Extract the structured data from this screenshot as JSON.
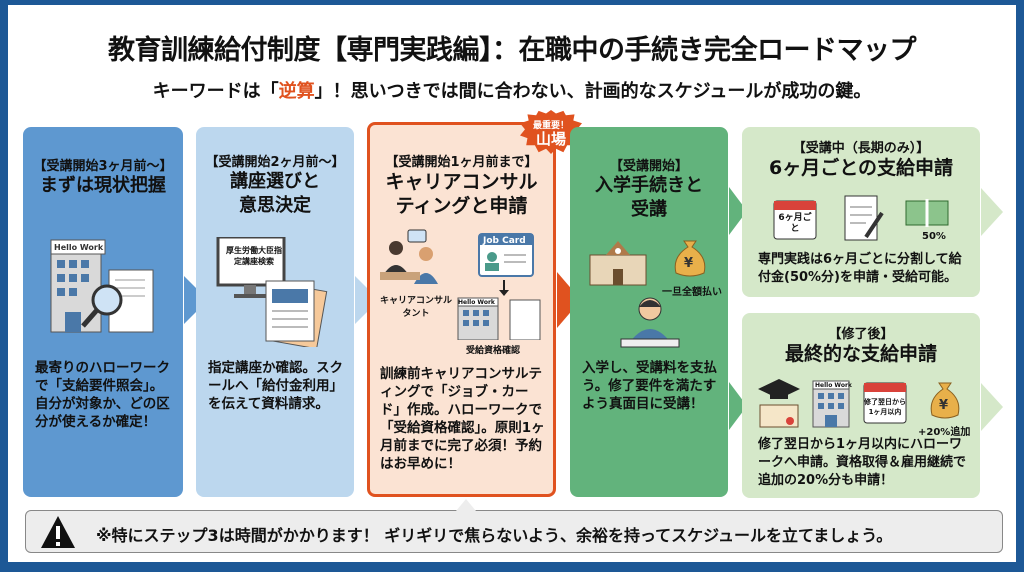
{
  "title": "教育訓練給付制度【専門実践編】：在職中の手続き完全ロードマップ",
  "subtitle": {
    "prefix": "キーワードは「",
    "keyword": "逆算",
    "suffix": "」！思いつきでは間に合わない、計画的なスケジュールが成功の鍵。"
  },
  "colors": {
    "frame": "#1d5896",
    "accent": "#e0521f",
    "step1": "#5e98d0",
    "step2": "#bcd7ee",
    "step3": "#fbe3d3",
    "step4": "#62b37c",
    "step5": "#d5e8c9"
  },
  "steps": [
    {
      "timing": "【受講開始3ヶ月前〜】",
      "title": "まずは現状把握",
      "icon_label": "Hello Work",
      "body": "最寄りのハローワークで「支給要件照会」。自分が対象か、どの区分が使えるか確定！"
    },
    {
      "timing": "【受講開始2ヶ月前〜】",
      "title": "講座選びと意思決定",
      "icon_label": "厚生労働大臣指定講座検索",
      "body": "指定講座か確認。スクールへ「給付金利用」を伝えて資料請求。"
    },
    {
      "timing": "【受講開始1ヶ月前まで】",
      "title": "キャリアコンサルティングと申請",
      "badge_top": "最重要！",
      "badge_main": "山場",
      "icon_labels": {
        "consultant": "キャリアコンサルタント",
        "job_card": "Job Card",
        "hello_work": "Hello Work",
        "check": "受給資格確認"
      },
      "body": "訓練前キャリアコンサルティングで「ジョブ・カード」作成。ハローワークで「受給資格確認」。原則1ヶ月前までに完了必須！予約はお早めに！"
    },
    {
      "timing": "【受講開始】",
      "title": "入学手続きと受講",
      "icon_labels": {
        "pay": "一旦全額払い"
      },
      "body": "入学し、受講料を支払う。修了要件を満たすよう真面目に受講！"
    },
    {
      "timing": "【受講中（長期のみ）】",
      "title": "6ヶ月ごとの支給申請",
      "icon_labels": {
        "calendar": "6ヶ月ごと",
        "percent": "50%"
      },
      "body": "専門実践は6ヶ月ごとに分割して給付金(50%分)を申請・受給可能。"
    },
    {
      "timing": "【修了後】",
      "title": "最終的な支給申請",
      "icon_labels": {
        "hello_work": "Hello Work",
        "calendar": "修了翌日から1ヶ月以内",
        "bonus": "+20%追加"
      },
      "body": "修了翌日から1ヶ月以内にハローワークへ申請。資格取得＆雇用継続で追加の20%分も申請！"
    }
  ],
  "warning": {
    "icon": "warning-triangle-icon",
    "text": "※特にステップ3は時間がかかります！ ギリギリで焦らないよう、余裕を持ってスケジュールを立てましょう。"
  }
}
